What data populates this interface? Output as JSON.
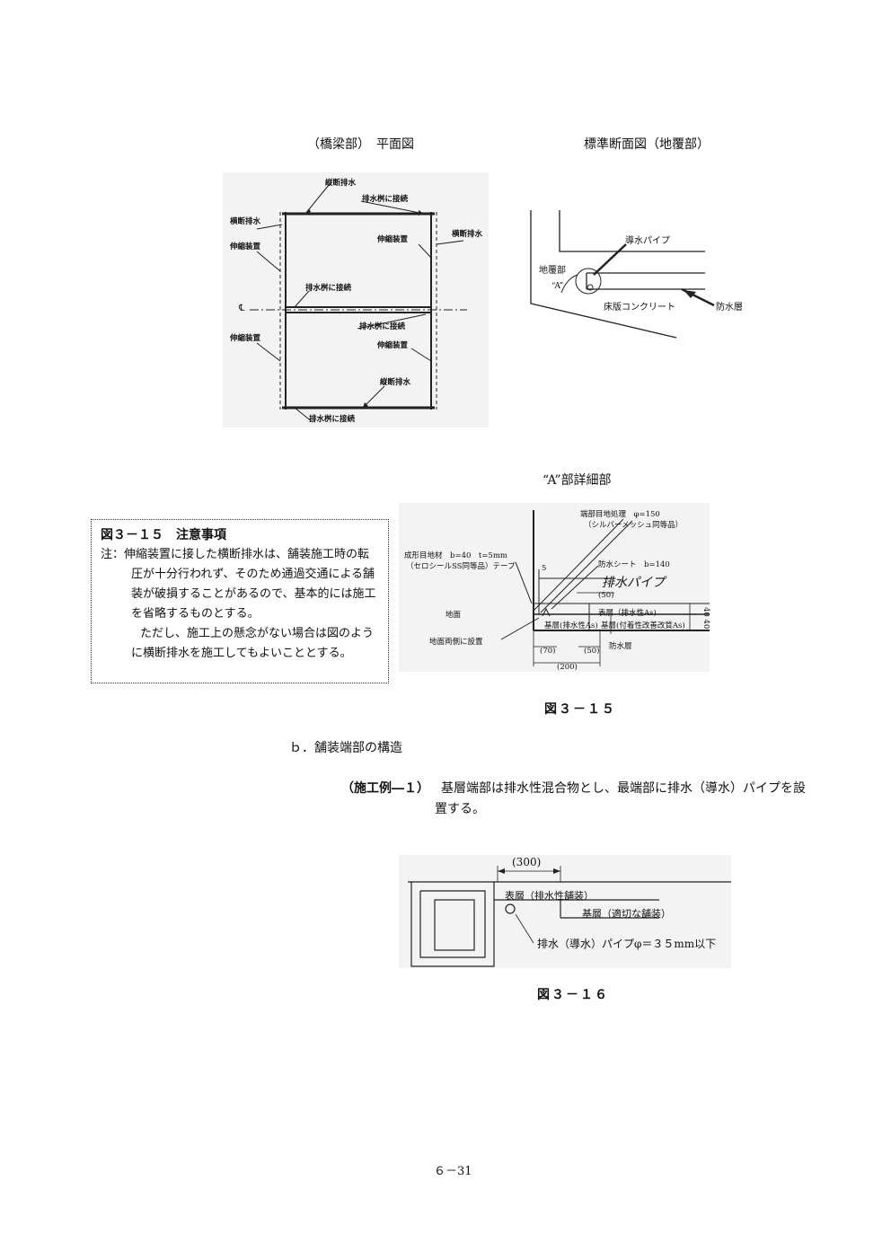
{
  "captions": {
    "plan": "（橋梁部）　平面図",
    "section": "標準断面図（地覆部）",
    "detail_a": "“A”部詳細部"
  },
  "plan_labels": {
    "jyudan_top": "縦断排水",
    "haisui_top": "排水桝に接続",
    "oudan_left": "横断排水",
    "shinshuku_left1": "伸縮装置",
    "shinshuku_right1": "伸縮装置",
    "oudan_right": "横断排水",
    "haisui_mid": "排水桝に接続",
    "haisui_mid2": "排水桝に接続",
    "shinshuku_left2": "伸縮装置",
    "shinshuku_right2": "伸縮装置",
    "jyudan_bottom": "縦断排水",
    "haisui_bottom": "排水桝に接続",
    "cl": "℄"
  },
  "section_labels": {
    "pipe": "導水パイプ",
    "jifuku": "地覆部",
    "a_mark": "“A”",
    "slab": "床版コンクリート",
    "waterproof": "防水層"
  },
  "detail_labels": {
    "edge_joint": "端部目地処理　φ=150",
    "edge_joint_sub": "（シルバーメッシュ同等品）",
    "formed_joint": "成形目地材　b=40　t=5mm",
    "formed_joint_sub": "（セロシールSS同等品）テープ",
    "dim5": "5",
    "sheet": "防水シート　b=140",
    "handwritten": "排水パイプ",
    "dim50a": "(50)",
    "surface": "表層（排水性As)",
    "ground": "地面",
    "base_left": "基層(排水性As)",
    "base_right": "基層(付着性改善改質As)",
    "dim4040": "40 40",
    "both_sides": "地面両側に設置",
    "dim70": "(70)",
    "dim50b": "(50)",
    "waterproof": "防水層",
    "dim200": "(200)"
  },
  "note": {
    "title": "図３－１５　注意事項",
    "line1": "注：伸縮装置に接した横断排水は、舗装施工時の転",
    "line2": "圧が十分行われず、そのため通過交通による舗",
    "line3": "装が破損することがあるので、基本的には施工",
    "line4": "を省略するものとする。",
    "line5": "ただし、施工上の懸念がない場合は図のよう",
    "line6": "に横断排水を施工してもよいこととする。"
  },
  "fig15": "図３－１５",
  "section_b": "ｂ．舗装端部の構造",
  "example": {
    "label": "（施工例―１）",
    "line1": "基層端部は排水性混合物とし、最端部に排水（導水）パイプを設",
    "line2": "置する。"
  },
  "fig16_labels": {
    "dim300": "(300)",
    "surface": "表層（排水性舗装）",
    "base": "基層（適切な舗装）",
    "pipe": "排水（導水）パイプφ＝３５mm以下"
  },
  "fig16": "図３－１６",
  "page_number": "６－31"
}
